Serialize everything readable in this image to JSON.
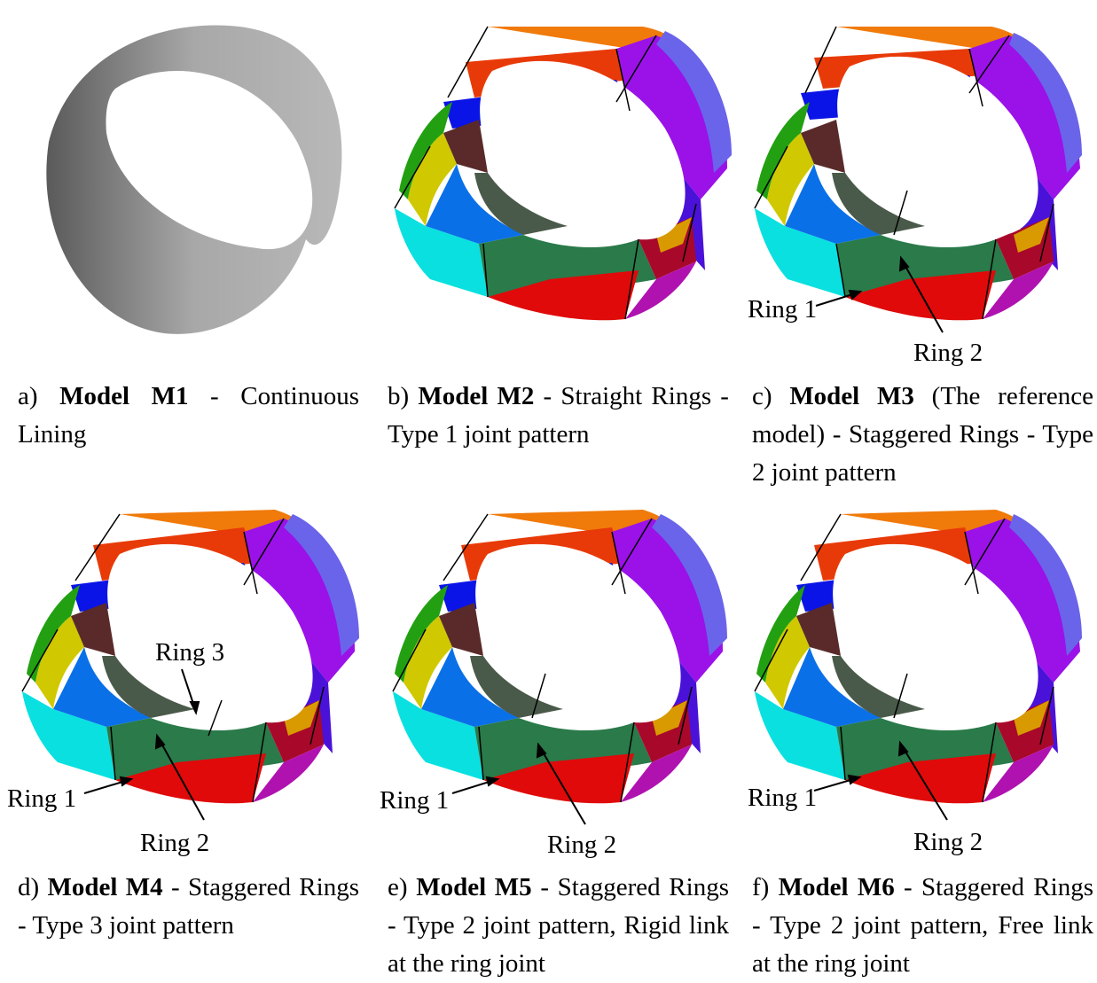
{
  "panels": [
    {
      "id": "a",
      "prefix": "a) ",
      "model": "Model M1",
      "desc": " - Continuous Lining"
    },
    {
      "id": "b",
      "prefix": "b) ",
      "model": "Model M2",
      "desc": " - Straight Rings - Type 1 joint pattern"
    },
    {
      "id": "c",
      "prefix": "c) ",
      "model": "Model M3",
      "desc": " (The reference model) - Staggered Rings - Type 2 joint pattern"
    },
    {
      "id": "d",
      "prefix": "d) ",
      "model": "Model M4",
      "desc": " - Staggered Rings - Type 3 joint pattern"
    },
    {
      "id": "e",
      "prefix": "e) ",
      "model": "Model M5",
      "desc": " - Staggered Rings - Type 2 joint pattern, Rigid link at the ring joint"
    },
    {
      "id": "f",
      "prefix": "f) ",
      "model": "Model M6",
      "desc": " - Staggered Rings - Type 2 joint pattern, Free link at the ring joint"
    }
  ],
  "ring_labels": {
    "ring1": "Ring 1",
    "ring2": "Ring 2",
    "ring3": "Ring 3"
  },
  "colors": {
    "continuous_lining": "#a8a8a8",
    "segment_orange": "#f07a0a",
    "segment_red_orange": "#e83a08",
    "segment_blue": "#0a14e6",
    "segment_violet": "#9a12e8",
    "segment_lavender": "#6a64ea",
    "segment_indigo": "#4a12d8",
    "segment_green": "#22a012",
    "segment_yellow": "#d0c800",
    "segment_maroon": "#5a2a2a",
    "segment_cyan": "#0ae0e0",
    "segment_azure": "#0a70e8",
    "segment_olive": "#4a5a4a",
    "segment_dark_green": "#2a7a4a",
    "segment_red": "#e00a0a",
    "segment_crimson": "#a8082a",
    "segment_magenta": "#b012b0",
    "segment_gold": "#d89a00"
  }
}
